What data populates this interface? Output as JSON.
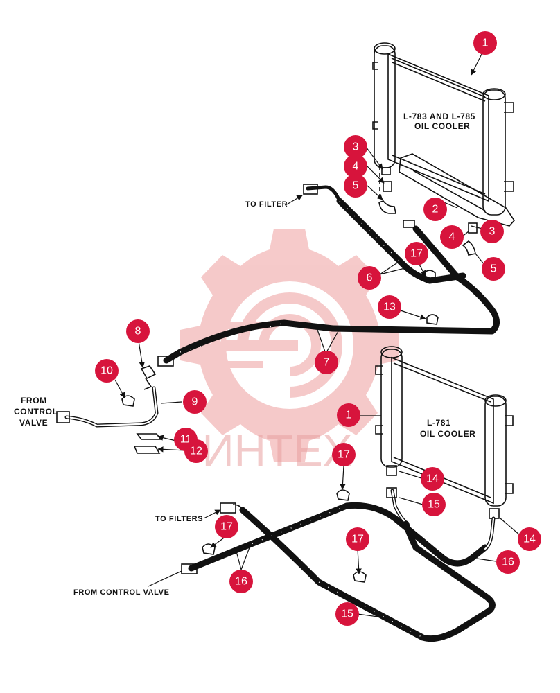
{
  "labels": {
    "upper_cooler": [
      "L-783 AND L-785",
      "OIL COOLER"
    ],
    "lower_cooler": [
      "L-781",
      "OIL COOLER"
    ],
    "to_filter": "TO FILTER",
    "from_control_valve_left": [
      "FROM",
      "CONTROL",
      "VALVE"
    ],
    "to_filters": "TO FILTERS",
    "from_control_valve_bottom": "FROM CONTROL VALVE"
  },
  "watermark": {
    "text": "ИНТЕХ",
    "color": "#e8a0a0"
  },
  "callout_color": "#d7143c",
  "callouts": [
    "1",
    "2",
    "3",
    "4",
    "5",
    "3",
    "4",
    "5",
    "6",
    "17",
    "13",
    "8",
    "7",
    "10",
    "9",
    "11",
    "12",
    "1",
    "17",
    "14",
    "15",
    "14",
    "17",
    "16",
    "17",
    "16",
    "15"
  ]
}
